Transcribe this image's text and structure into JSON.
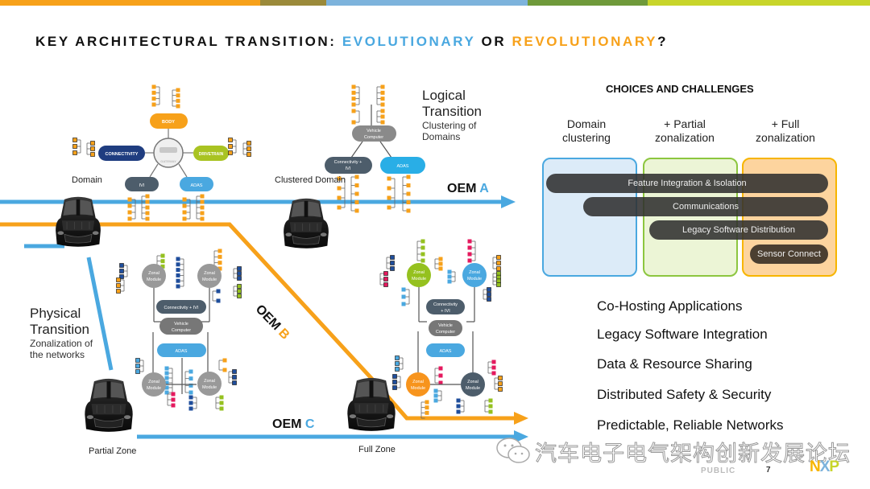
{
  "top_bar_colors": [
    "#f7a11a",
    "#9b8a3a",
    "#7db3dc",
    "#6f9a3a",
    "#c8d52a"
  ],
  "title": {
    "prefix": "KEY ARCHITECTURAL TRANSITION: ",
    "evolutionary": "EVOLUTIONARY",
    "middle": " OR ",
    "revolutionary": "REVOLUTIONARY",
    "suffix": "?"
  },
  "colors": {
    "blue": "#4aa8e0",
    "orange": "#f7a11a",
    "green": "#95c11f",
    "navy": "#1f4e9c",
    "slate": "#4d5d6b",
    "gray": "#8a8a8a",
    "pink": "#e5195e",
    "pill_dark": "#3c3c3c"
  },
  "diagram": {
    "domain_label": "Domain",
    "clustered_label": "Clustered Domain",
    "partial_label": "Partial Zone",
    "full_label": "Full Zone",
    "logical": {
      "title_line1": "Logical",
      "title_line2": "Transition",
      "sub_line1": "Clustering of",
      "sub_line2": "Domains"
    },
    "physical": {
      "title_line1": "Physical",
      "title_line2": "Transition",
      "sub_line1": "Zonalization of",
      "sub_line2": "the networks"
    },
    "oem_a": {
      "prefix": "OEM ",
      "letter": "A"
    },
    "oem_b": {
      "prefix": "OEM ",
      "letter": "B"
    },
    "oem_c": {
      "prefix": "OEM ",
      "letter": "C"
    },
    "domain_nodes": {
      "body": "BODY",
      "connectivity": "CONNECTIVITY",
      "drivetrain": "DRIVETRAIN",
      "ivi": "IVI",
      "adas": "ADAS",
      "gateway": "GATEWAY"
    },
    "clustered_nodes": {
      "vehicle_computer_1": "Vehicle",
      "vehicle_computer_2": "Computer",
      "conn_ivi_1": "Connectivity +",
      "conn_ivi_2": "IVI",
      "adas": "ADAS"
    },
    "partial_nodes": {
      "zonal_1": "Zonal",
      "zonal_2": "Module",
      "conn_ivi": "Connectivity + IVI",
      "vehicle_computer_1": "Vehicle",
      "vehicle_computer_2": "Computer",
      "adas": "ADAS"
    },
    "full_nodes": {
      "zonal_1": "Zonal",
      "zonal_2": "Module",
      "conn_ivi_1": "Connectivity",
      "conn_ivi_2": "+ IVI",
      "vehicle_computer_1": "Vehicle",
      "vehicle_computer_2": "Computer",
      "adas": "ADAS"
    }
  },
  "choices": {
    "title": "CHOICES AND CHALLENGES",
    "columns": [
      {
        "line1": "Domain",
        "line2": "clustering",
        "border": "#4aa8e0",
        "fill": "#dcebf8"
      },
      {
        "line1": "+ Partial",
        "line2": "zonalization",
        "border": "#8cc63f",
        "fill": "#ecf5d6"
      },
      {
        "line1": "+ Full",
        "line2": "zonalization",
        "border": "#f7b500",
        "fill": "#fdd49e"
      }
    ],
    "bars": [
      "Feature Integration & Isolation",
      "Communications",
      "Legacy Software Distribution",
      "Sensor Connect"
    ]
  },
  "challenges": [
    "Co-Hosting Applications",
    "Legacy Software Integration",
    "Data & Resource Sharing",
    "Distributed Safety & Security",
    "Predictable, Reliable Networks"
  ],
  "footer": {
    "watermark": "汽车电子电气架构创新发展论坛",
    "classification": "PUBLIC",
    "page_number": "7",
    "logo": {
      "n": "N",
      "x": "X",
      "p": "P"
    }
  }
}
